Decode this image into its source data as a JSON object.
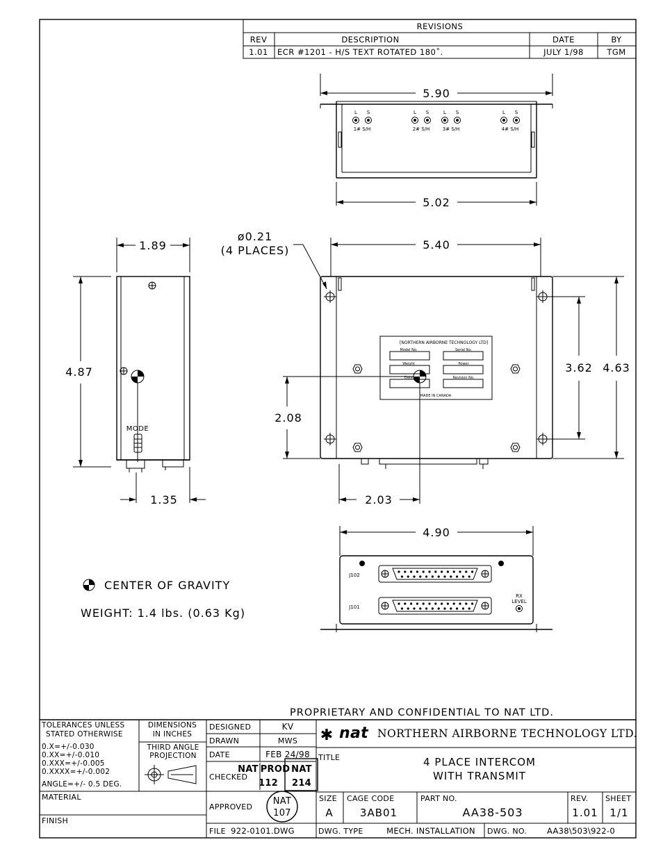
{
  "revisions": {
    "header": "REVISIONS",
    "columns": [
      "REV",
      "DESCRIPTION",
      "DATE",
      "BY"
    ],
    "rows": [
      {
        "rev": "1.01",
        "description": "ECR #1201 - H/S TEXT ROTATED 180˚.",
        "date": "JULY 1/98",
        "by": "TGM"
      }
    ]
  },
  "dimensions": {
    "top_width_overall": "5.90",
    "top_width_inner": "5.02",
    "hole_dia": "ø0.21",
    "hole_places": "(4 PLACES)",
    "front_width": "5.40",
    "side_depth": "1.89",
    "side_height": "4.87",
    "side_bottom": "1.35",
    "cg_height": "2.08",
    "cg_from_left": "2.03",
    "hole_spacing_v": "3.62",
    "overall_height": "4.63",
    "rear_width": "4.90"
  },
  "top_view_labels": {
    "ls": [
      "L",
      "S"
    ],
    "jacks": [
      "1# S/H",
      "2# S/H",
      "3# S/H",
      "4# S/H"
    ]
  },
  "side_view": {
    "mode_label": "MODE"
  },
  "nameplate": {
    "company": "[NORTHERN AIRBORNE TECHNOLOGY LTD]",
    "fields": [
      "Model No.",
      "Serial No.",
      "Weight",
      "Power",
      "Date",
      "Revision No."
    ],
    "footer": "MADE IN CANADA"
  },
  "rear_view": {
    "j102": "J102",
    "j101": "J101",
    "rx_level": [
      "RX",
      "LEVEL"
    ]
  },
  "notes": {
    "cg_legend": "CENTER OF GRAVITY",
    "weight": "WEIGHT: 1.4 lbs. (0.63 Kg)"
  },
  "proprietary": "PROPRIETARY AND CONFIDENTIAL TO NAT LTD.",
  "title_block": {
    "tolerances": [
      "TOLERANCES UNLESS",
      "STATED OTHERWISE",
      "0.X=+/-0.030",
      "0.XX=+/-0.010",
      "0.XXX=+/-0.005",
      "0.XXXX=+/-0.002",
      "ANGLE=+/- 0.5 DEG."
    ],
    "dimensions_in": [
      "DIMENSIONS",
      "IN INCHES"
    ],
    "projection": [
      "THIRD ANGLE",
      "PROJECTION"
    ],
    "designed_label": "DESIGNED",
    "designed": "KV",
    "drawn_label": "DRAWN",
    "drawn": "MWS",
    "date_label": "DATE",
    "date": "FEB 24/98",
    "checked_label": "CHECKED",
    "approved_label": "APPROVED",
    "stamp_prod": [
      "NAT",
      "PROD",
      "112"
    ],
    "stamp_nat": [
      "NAT",
      "214"
    ],
    "stamp_circle": [
      "NAT",
      "107"
    ],
    "logo": "nat",
    "company": "NORTHERN AIRBORNE TECHNOLOGY LTD.",
    "title_label": "TITLE",
    "title": [
      "4 PLACE INTERCOM",
      "WITH TRANSMIT"
    ],
    "material_label": "MATERIAL",
    "finish_label": "FINISH",
    "size_label": "SIZE",
    "size": "A",
    "cage_label": "CAGE CODE",
    "cage": "3AB01",
    "part_label": "PART NO.",
    "part": "AA38-503",
    "rev_label": "REV.",
    "rev": "1.01",
    "sheet_label": "SHEET",
    "sheet": "1/1",
    "file_label": "FILE",
    "file": "922-0101.DWG",
    "dwg_type_label": "DWG. TYPE",
    "dwg_type": "MECH. INSTALLATION",
    "dwg_no_label": "DWG. NO.",
    "dwg_no": "AA38\\503\\922-0"
  }
}
